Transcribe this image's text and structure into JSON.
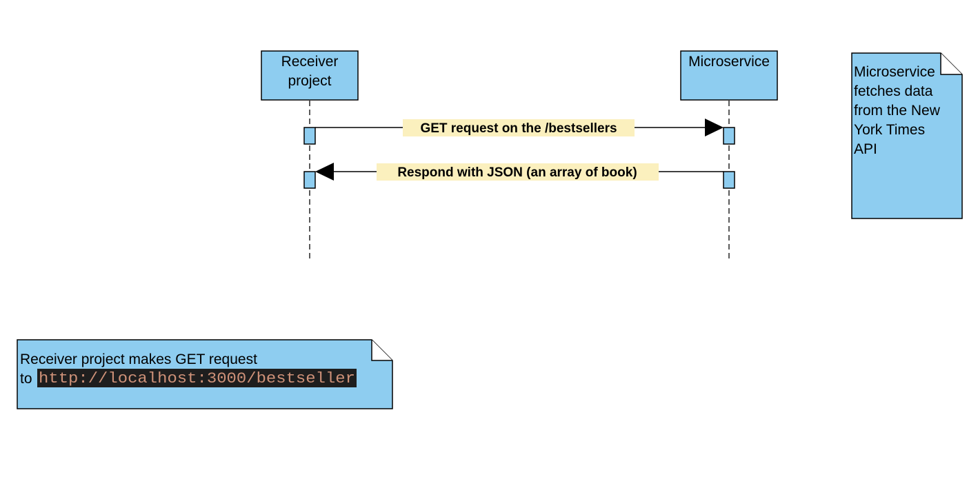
{
  "colors": {
    "box_fill": "#8ecdf0",
    "stroke": "#000000",
    "label_bg": "#fbf0be",
    "code_bg": "#1e1e1e",
    "code_text": "#ce9178"
  },
  "participants": [
    {
      "name_line1": "Receiver",
      "name_line2": "project"
    },
    {
      "name_line1": "Microservice",
      "name_line2": ""
    }
  ],
  "messages": [
    {
      "label": "GET request on the /bestsellers",
      "from": "receiver",
      "to": "microservice"
    },
    {
      "label": "Respond with JSON (an array of book)",
      "from": "microservice",
      "to": "receiver"
    }
  ],
  "notes": {
    "microservice_note": {
      "lines": [
        "Microservice",
        "fetches data",
        "from the New",
        "York Times",
        "API"
      ]
    },
    "receiver_note": {
      "line1": "Receiver project makes GET request",
      "line2_prefix": "to ",
      "code": "http://localhost:3000/bestseller"
    }
  }
}
